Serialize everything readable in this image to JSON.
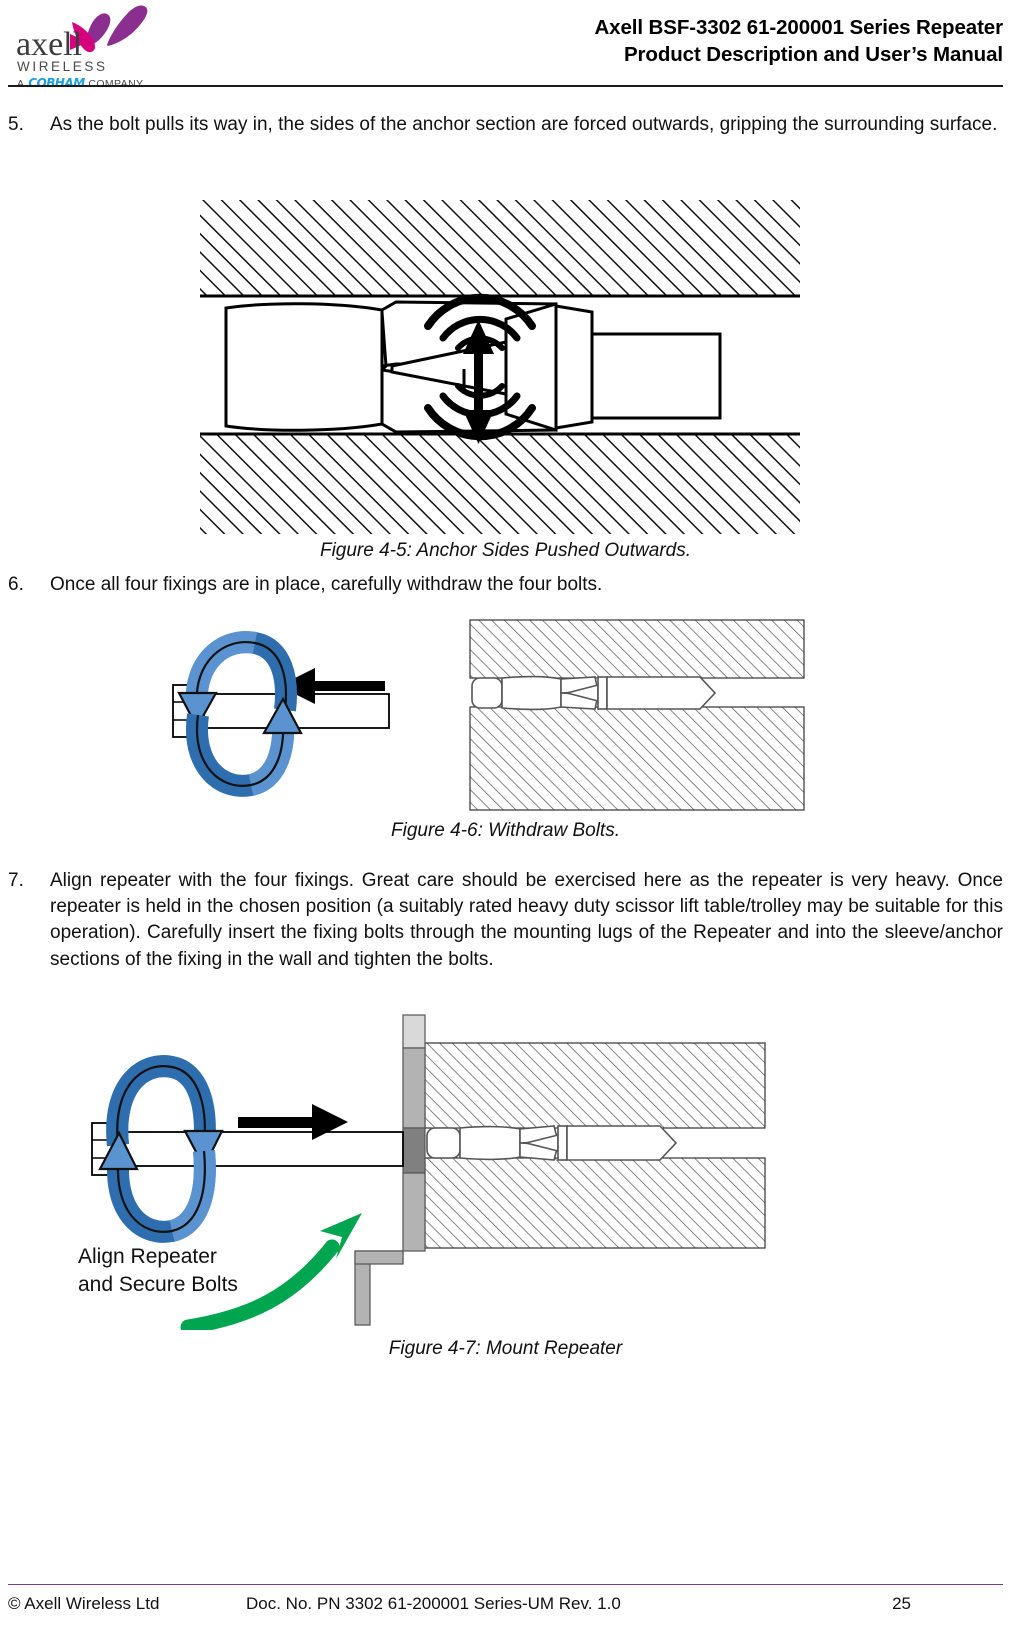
{
  "header": {
    "logo": {
      "wordmark": "axell",
      "subtitle": "WIRELESS",
      "affiliation_prefix": "A",
      "affiliation_brand": "COBHAM",
      "affiliation_suffix": "COMPANY",
      "swoosh_outer_color": "#8a2f8f",
      "swoosh_inner_color": "#d6007f"
    },
    "title_line1": "Axell BSF-3302 61-200001 Series Repeater",
    "title_line2": "Product Description and User’s Manual",
    "rule_color": "#1a1a1a"
  },
  "steps": [
    {
      "number": "5.",
      "text": "As the bolt pulls its way in, the sides of the anchor section are forced outwards, gripping the surrounding surface."
    },
    {
      "number": "6.",
      "text": "Once all four fixings are in place, carefully withdraw the four bolts."
    },
    {
      "number": "7.",
      "text": "Align repeater with the four fixings. Great care should be exercised here as the repeater is very heavy. Once repeater is held in the chosen position (a suitably rated heavy duty scissor lift table/trolley may be suitable for this operation). Carefully insert the fixing bolts through the mounting lugs of the Repeater and into the sleeve/anchor sections of the fixing in the wall and tighten the bolts."
    }
  ],
  "figures": [
    {
      "id": "4-5",
      "caption": "Figure 4-5: Anchor Sides Pushed Outwards.",
      "alt": "Cross-section of wall with anchor expanding; double-headed vertical arrow and expansion wave arcs above and below the anchor section."
    },
    {
      "id": "4-6",
      "caption": "Figure 4-6: Withdraw Bolts.",
      "alt": "Hex-head bolt with blue rotation arrows and a black straight arrow pointing left away from the wall, beside a hatched wall cross-section containing the sleeve/anchor."
    },
    {
      "id": "4-7",
      "caption": "Figure 4-7: Mount Repeater",
      "alt": "Hex-head bolt with blue rotation arrows and a black straight arrow pointing right into the wall through a grey mounting lug bracket, plus a green curved callout arrow.",
      "callout_line1": "Align Repeater",
      "callout_line2": "and Secure Bolts",
      "callout_arrow_color": "#00a550"
    }
  ],
  "colors": {
    "rotation_arrow_dark_blue": "#2e6eae",
    "rotation_arrow_light_blue": "#5a93d0",
    "bracket_grey": "#b3b3b3",
    "bracket_dark_grey": "#808080",
    "bracket_light_grey": "#d9d9d9",
    "footer_rule_purple": "#7a3d8f"
  },
  "footer": {
    "copyright": "© Axell Wireless Ltd",
    "doc_no": "Doc. No. PN 3302 61-200001 Series-UM Rev. 1.0",
    "page_no": "25"
  }
}
